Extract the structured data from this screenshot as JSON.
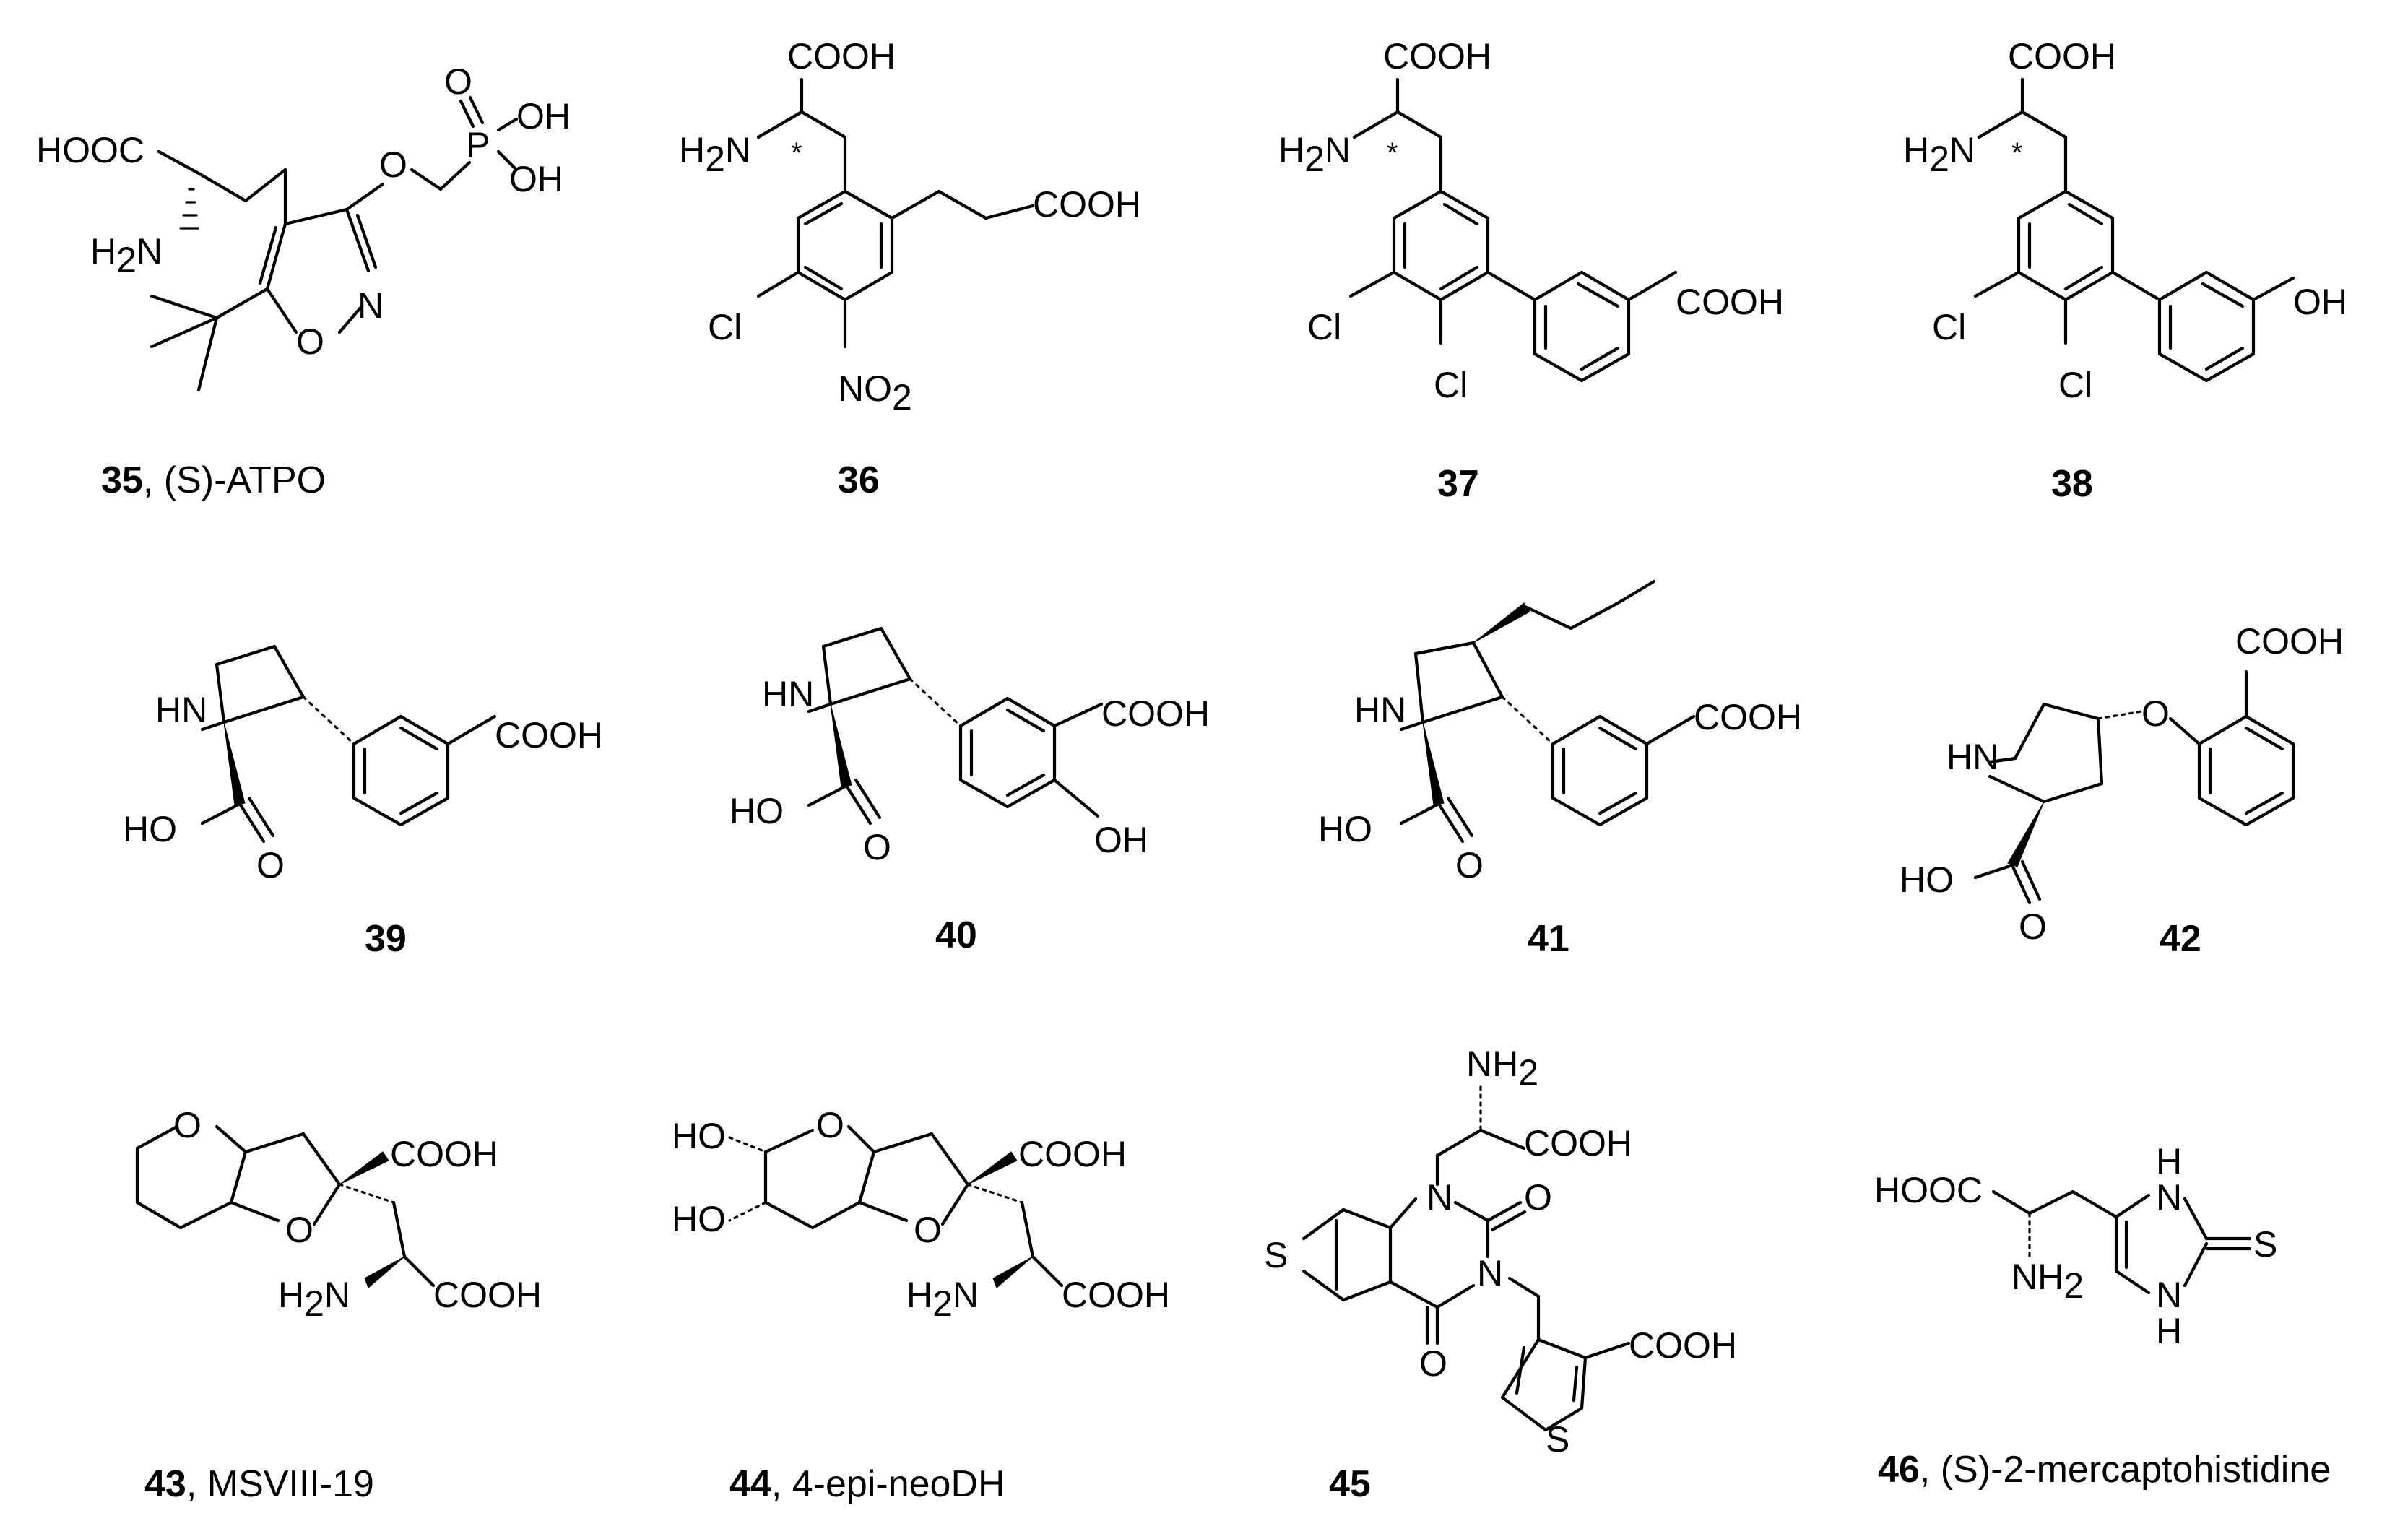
{
  "compounds": [
    {
      "number": "35",
      "name": "(S)-ATPO"
    },
    {
      "number": "36",
      "name": ""
    },
    {
      "number": "37",
      "name": ""
    },
    {
      "number": "38",
      "name": ""
    },
    {
      "number": "39",
      "name": ""
    },
    {
      "number": "40",
      "name": ""
    },
    {
      "number": "41",
      "name": ""
    },
    {
      "number": "42",
      "name": ""
    },
    {
      "number": "43",
      "name": "MSVIII-19"
    },
    {
      "number": "44",
      "name": "4-epi-neoDH"
    },
    {
      "number": "45",
      "name": ""
    },
    {
      "number": "46",
      "name": "(S)-2-mercaptohistidine"
    }
  ],
  "atom_labels": {
    "cooh": "COOH",
    "hooc": "HOOC",
    "h2n": "H",
    "nh2": "NH",
    "sub2": "2",
    "n_suffix": "N",
    "oh": "OH",
    "ho": "HO",
    "hn": "HN",
    "o": "O",
    "n": "N",
    "s": "S",
    "p": "P",
    "cl": "Cl",
    "no2": "NO",
    "h": "H",
    "star": "*"
  }
}
